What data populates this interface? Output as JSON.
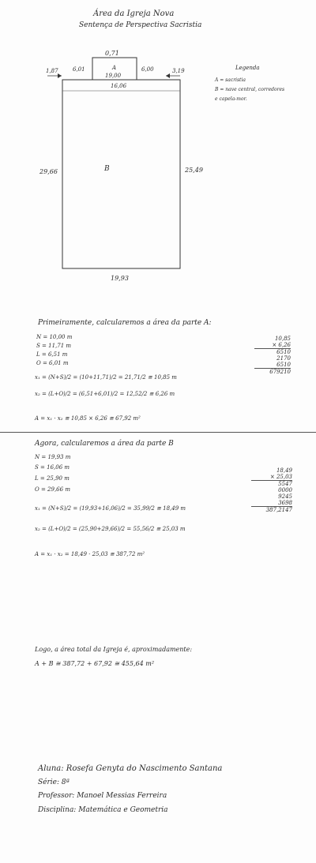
{
  "header": {
    "title": "Área da Igreja Nova",
    "subtitle": "Sentença de Perspectiva Sacristia"
  },
  "diagram": {
    "top_outer": "0,71",
    "top_left_gap": "6,01",
    "top_right_gap": "6,00",
    "notch_label": "A",
    "notch_value": "19,00",
    "inner_top": "16,06",
    "left_side": "29,66",
    "right_side": "25,49",
    "bottom_side": "19,93",
    "center_label": "B",
    "corner_left": "1,87",
    "corner_right": "3,19",
    "legend_title": "Legenda",
    "legend_a": "A = sacristia",
    "legend_b": "B = nave central, corredores",
    "legend_b2": "e capela-mor."
  },
  "part_a": {
    "intro": "Primeiramente, calcularemos a área da parte A:",
    "n": "N = 10,00 m",
    "s": "S = 11,71 m",
    "l": "L = 6,51 m",
    "o": "O = 6,01 m",
    "x1": "x₁ = (N+S)/2 = (10+11,71)/2 = 21,71/2 ≅ 10,85 m",
    "x2": "x₂ = (L+O)/2 = (6,51+6,01)/2 = 12,52/2 ≅ 6,26 m",
    "area": "A = x₁ · x₂ ≅ 10,85 × 6,26 ≅ 67,92 m²",
    "calc": [
      "10,85",
      "× 6,26",
      "6510",
      "2170",
      "6510",
      "679210"
    ]
  },
  "part_b": {
    "intro": "Agora, calcularemos a área da parte B",
    "n": "N = 19,93 m",
    "s": "S = 16,06 m",
    "l": "L = 25,90 m",
    "o": "O = 29,66 m",
    "x1": "x₁ = (N+S)/2 = (19,93+16,06)/2 = 35,99/2 ≅ 18,49 m",
    "x2": "x₂ = (L+O)/2 = (25,90+29,66)/2 = 55,56/2 ≅ 25,03 m",
    "area": "A = x₁ · x₂ = 18,49 · 25,03 ≅ 387,72 m²",
    "calc": [
      "18,49",
      "× 25,03",
      "5547",
      "0000",
      "9245",
      "3698",
      "387,2147"
    ]
  },
  "total": {
    "line1": "Logo, a área total da Igreja é, aproximadamente:",
    "line2": "A + B ≅ 387,72 + 67,92 ≅ 455,64 m²"
  },
  "footer": {
    "student": "Aluna: Rosefa Genyta do Nascimento Santana",
    "grade": "Série: 8ª",
    "teacher": "Professor: Manoel Messias Ferreira",
    "subject": "Disciplina: Matemática e Geometria"
  }
}
